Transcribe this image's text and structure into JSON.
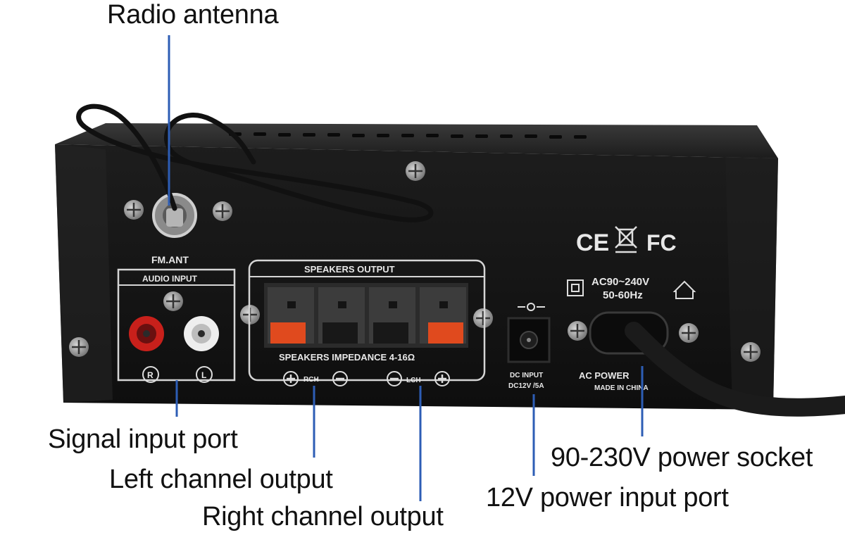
{
  "callouts": {
    "radio_antenna": "Radio antenna",
    "signal_input": "Signal input port",
    "left_channel": "Left channel output",
    "right_channel": "Right channel output",
    "power_socket": "90-230V power socket",
    "dc_input_port": "12V power input port"
  },
  "panel": {
    "fm_ant": "FM.ANT",
    "audio_input": "AUDIO INPUT",
    "speakers_output": "SPEAKERS OUTPUT",
    "speakers_impedance": "SPEAKERS IMPEDANCE 4-16Ω",
    "r": "R",
    "l": "L",
    "rch": "RCH",
    "lch": "LCH",
    "dc_input": "DC INPUT",
    "dc_rating": "DC12V /5A",
    "ac_range": "AC90~240V",
    "ac_freq": "50-60Hz",
    "ac_power": "AC POWER",
    "made_in": "MADE IN CHINA",
    "ce_mark": "CE",
    "fc_mark": "FC"
  },
  "colors": {
    "leader_line": "#2d5db5",
    "chassis": "#141414",
    "speaker_clip": "#e04a1e",
    "rca_right": "#c8201b",
    "rca_left": "#eeeeee"
  }
}
